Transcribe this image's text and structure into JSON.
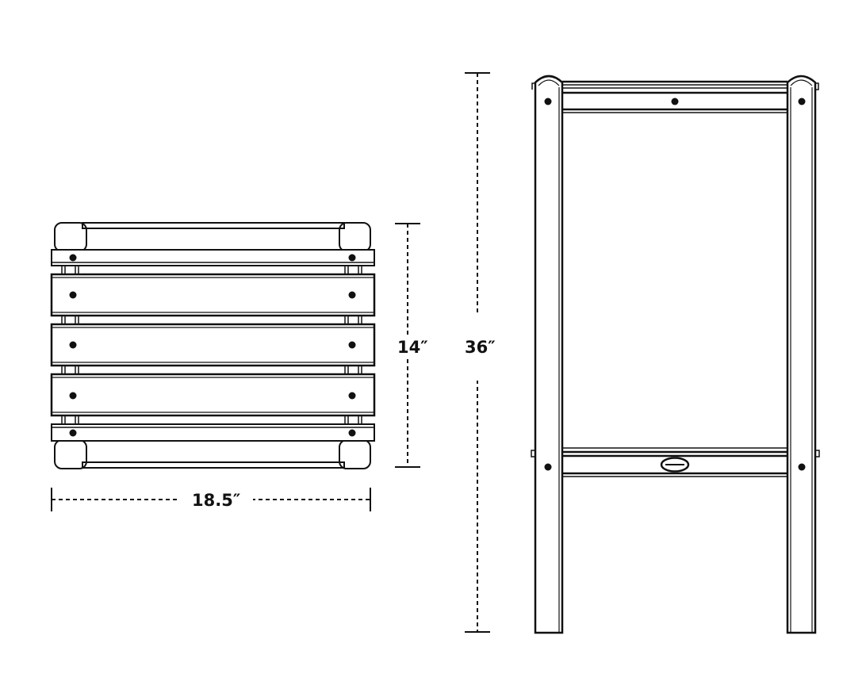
{
  "dimensions": {
    "width_label": "18.5″",
    "depth_label": "14″",
    "height_label": "36″"
  },
  "colors": {
    "line": "#111111",
    "background": "#ffffff"
  }
}
